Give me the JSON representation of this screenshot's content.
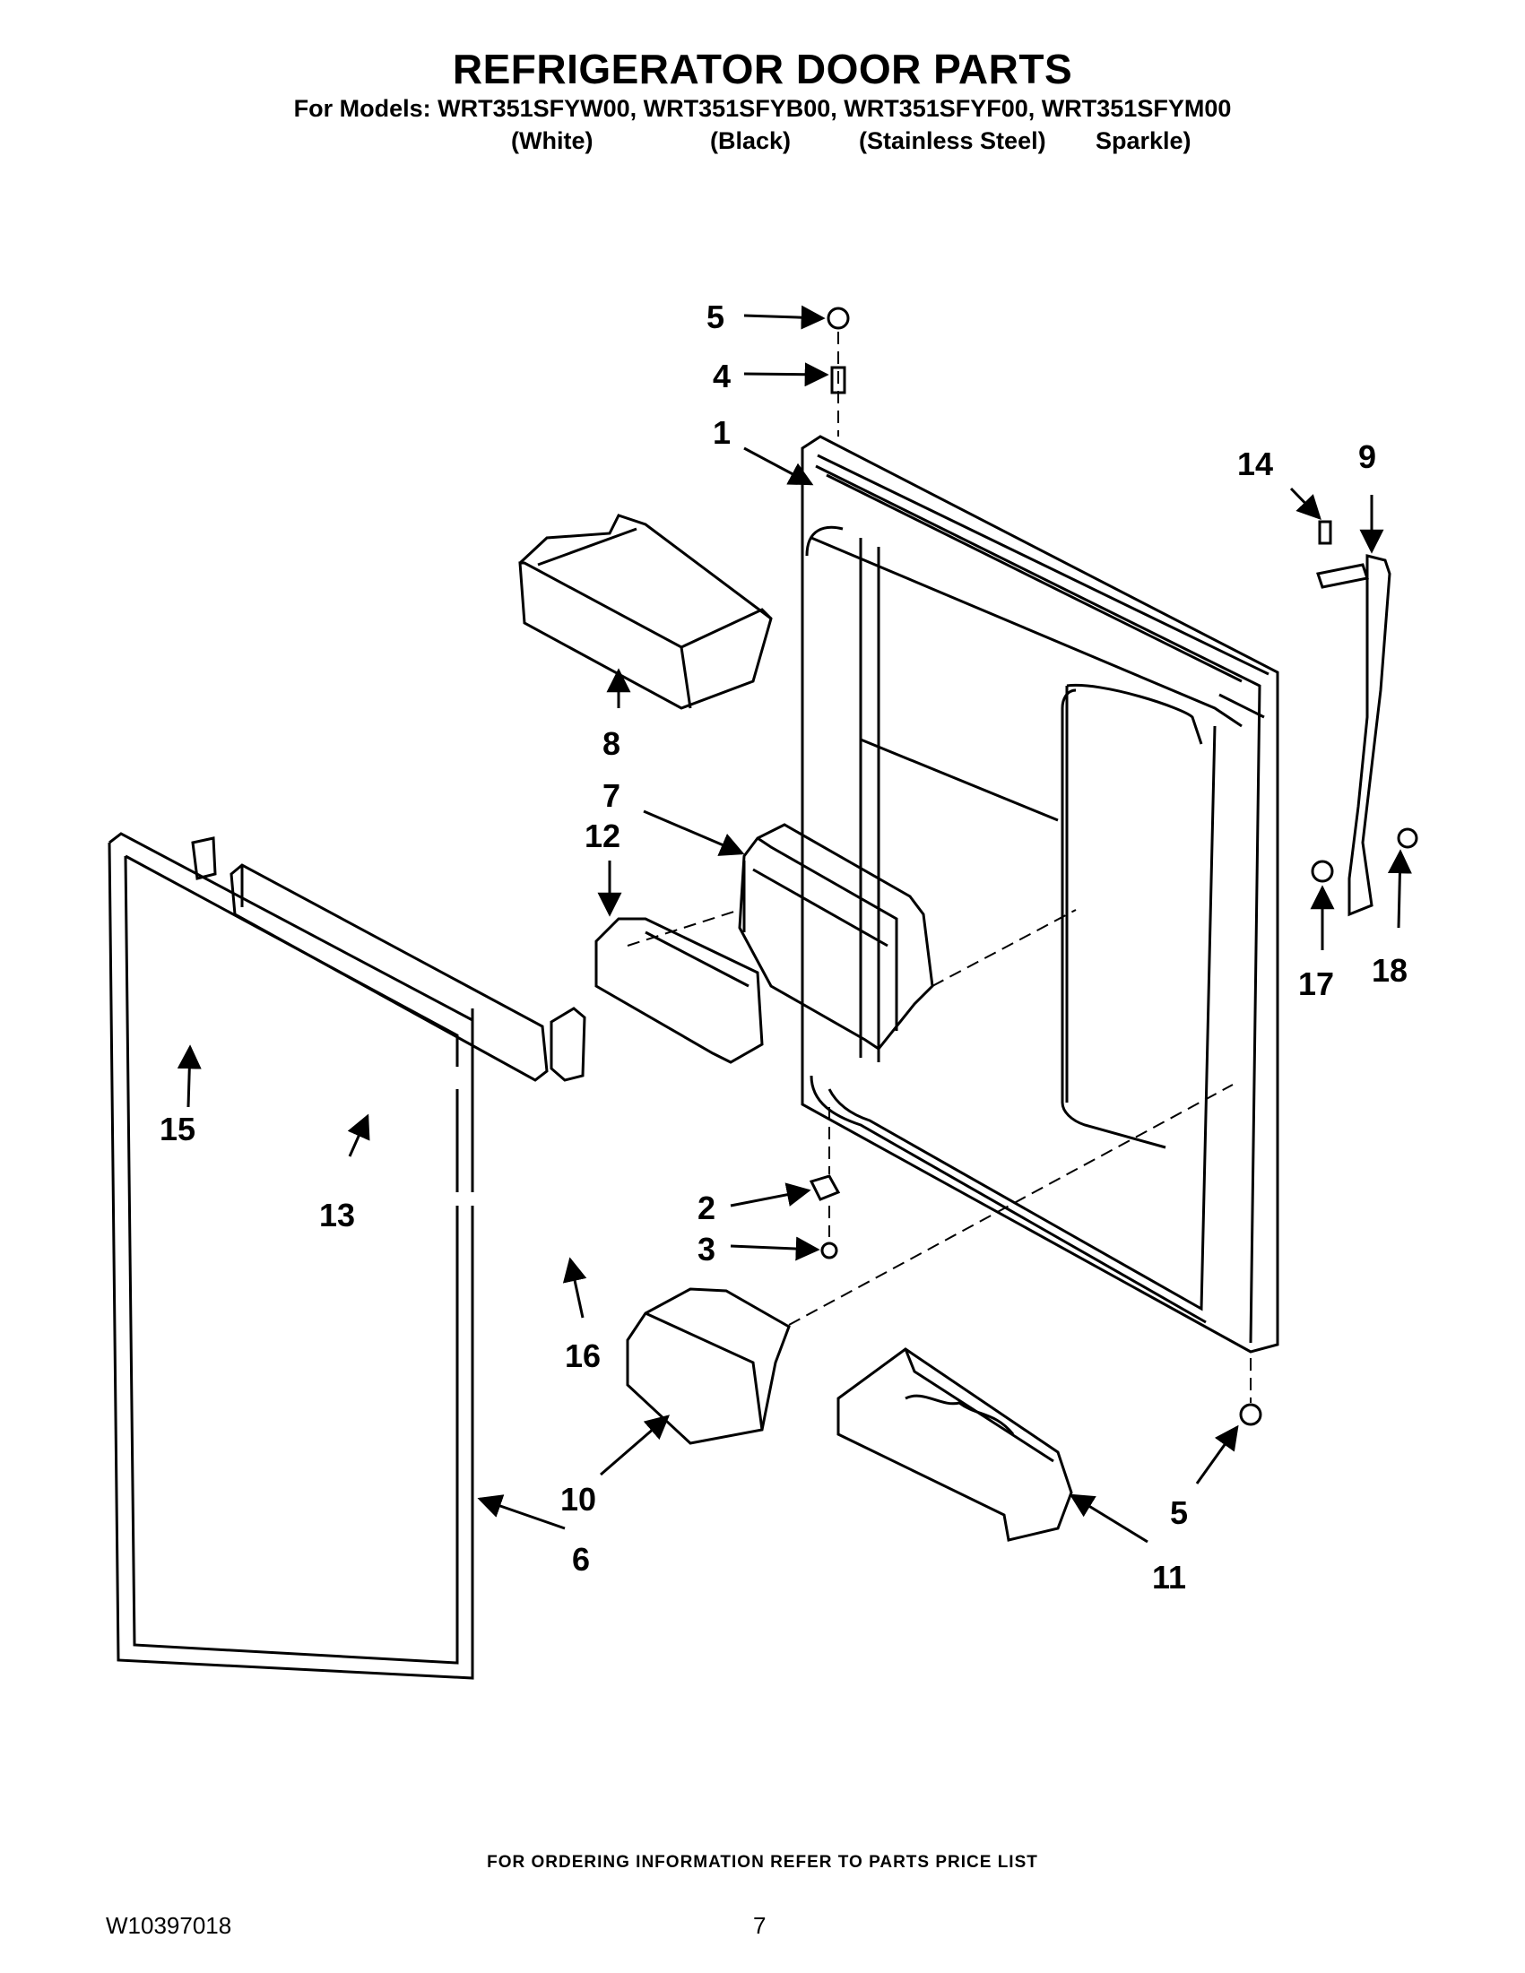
{
  "header": {
    "title": "REFRIGERATOR DOOR PARTS",
    "models_line": "For Models: WRT351SFYW00, WRT351SFYB00, WRT351SFYF00, WRT351SFYM00",
    "variants": [
      "(White)",
      "(Black)",
      "(Stainless Steel)",
      "Sparkle)"
    ]
  },
  "callouts": {
    "c1": "1",
    "c2": "2",
    "c3": "3",
    "c4": "4",
    "c5_top": "5",
    "c5_bottom": "5",
    "c6": "6",
    "c7": "7",
    "c8": "8",
    "c9": "9",
    "c10": "10",
    "c11": "11",
    "c12": "12",
    "c13": "13",
    "c14": "14",
    "c15": "15",
    "c16": "16",
    "c17": "17",
    "c18": "18"
  },
  "footer": {
    "ordering_note": "FOR ORDERING INFORMATION REFER TO PARTS PRICE LIST",
    "doc_number": "W10397018",
    "page_number": "7"
  }
}
